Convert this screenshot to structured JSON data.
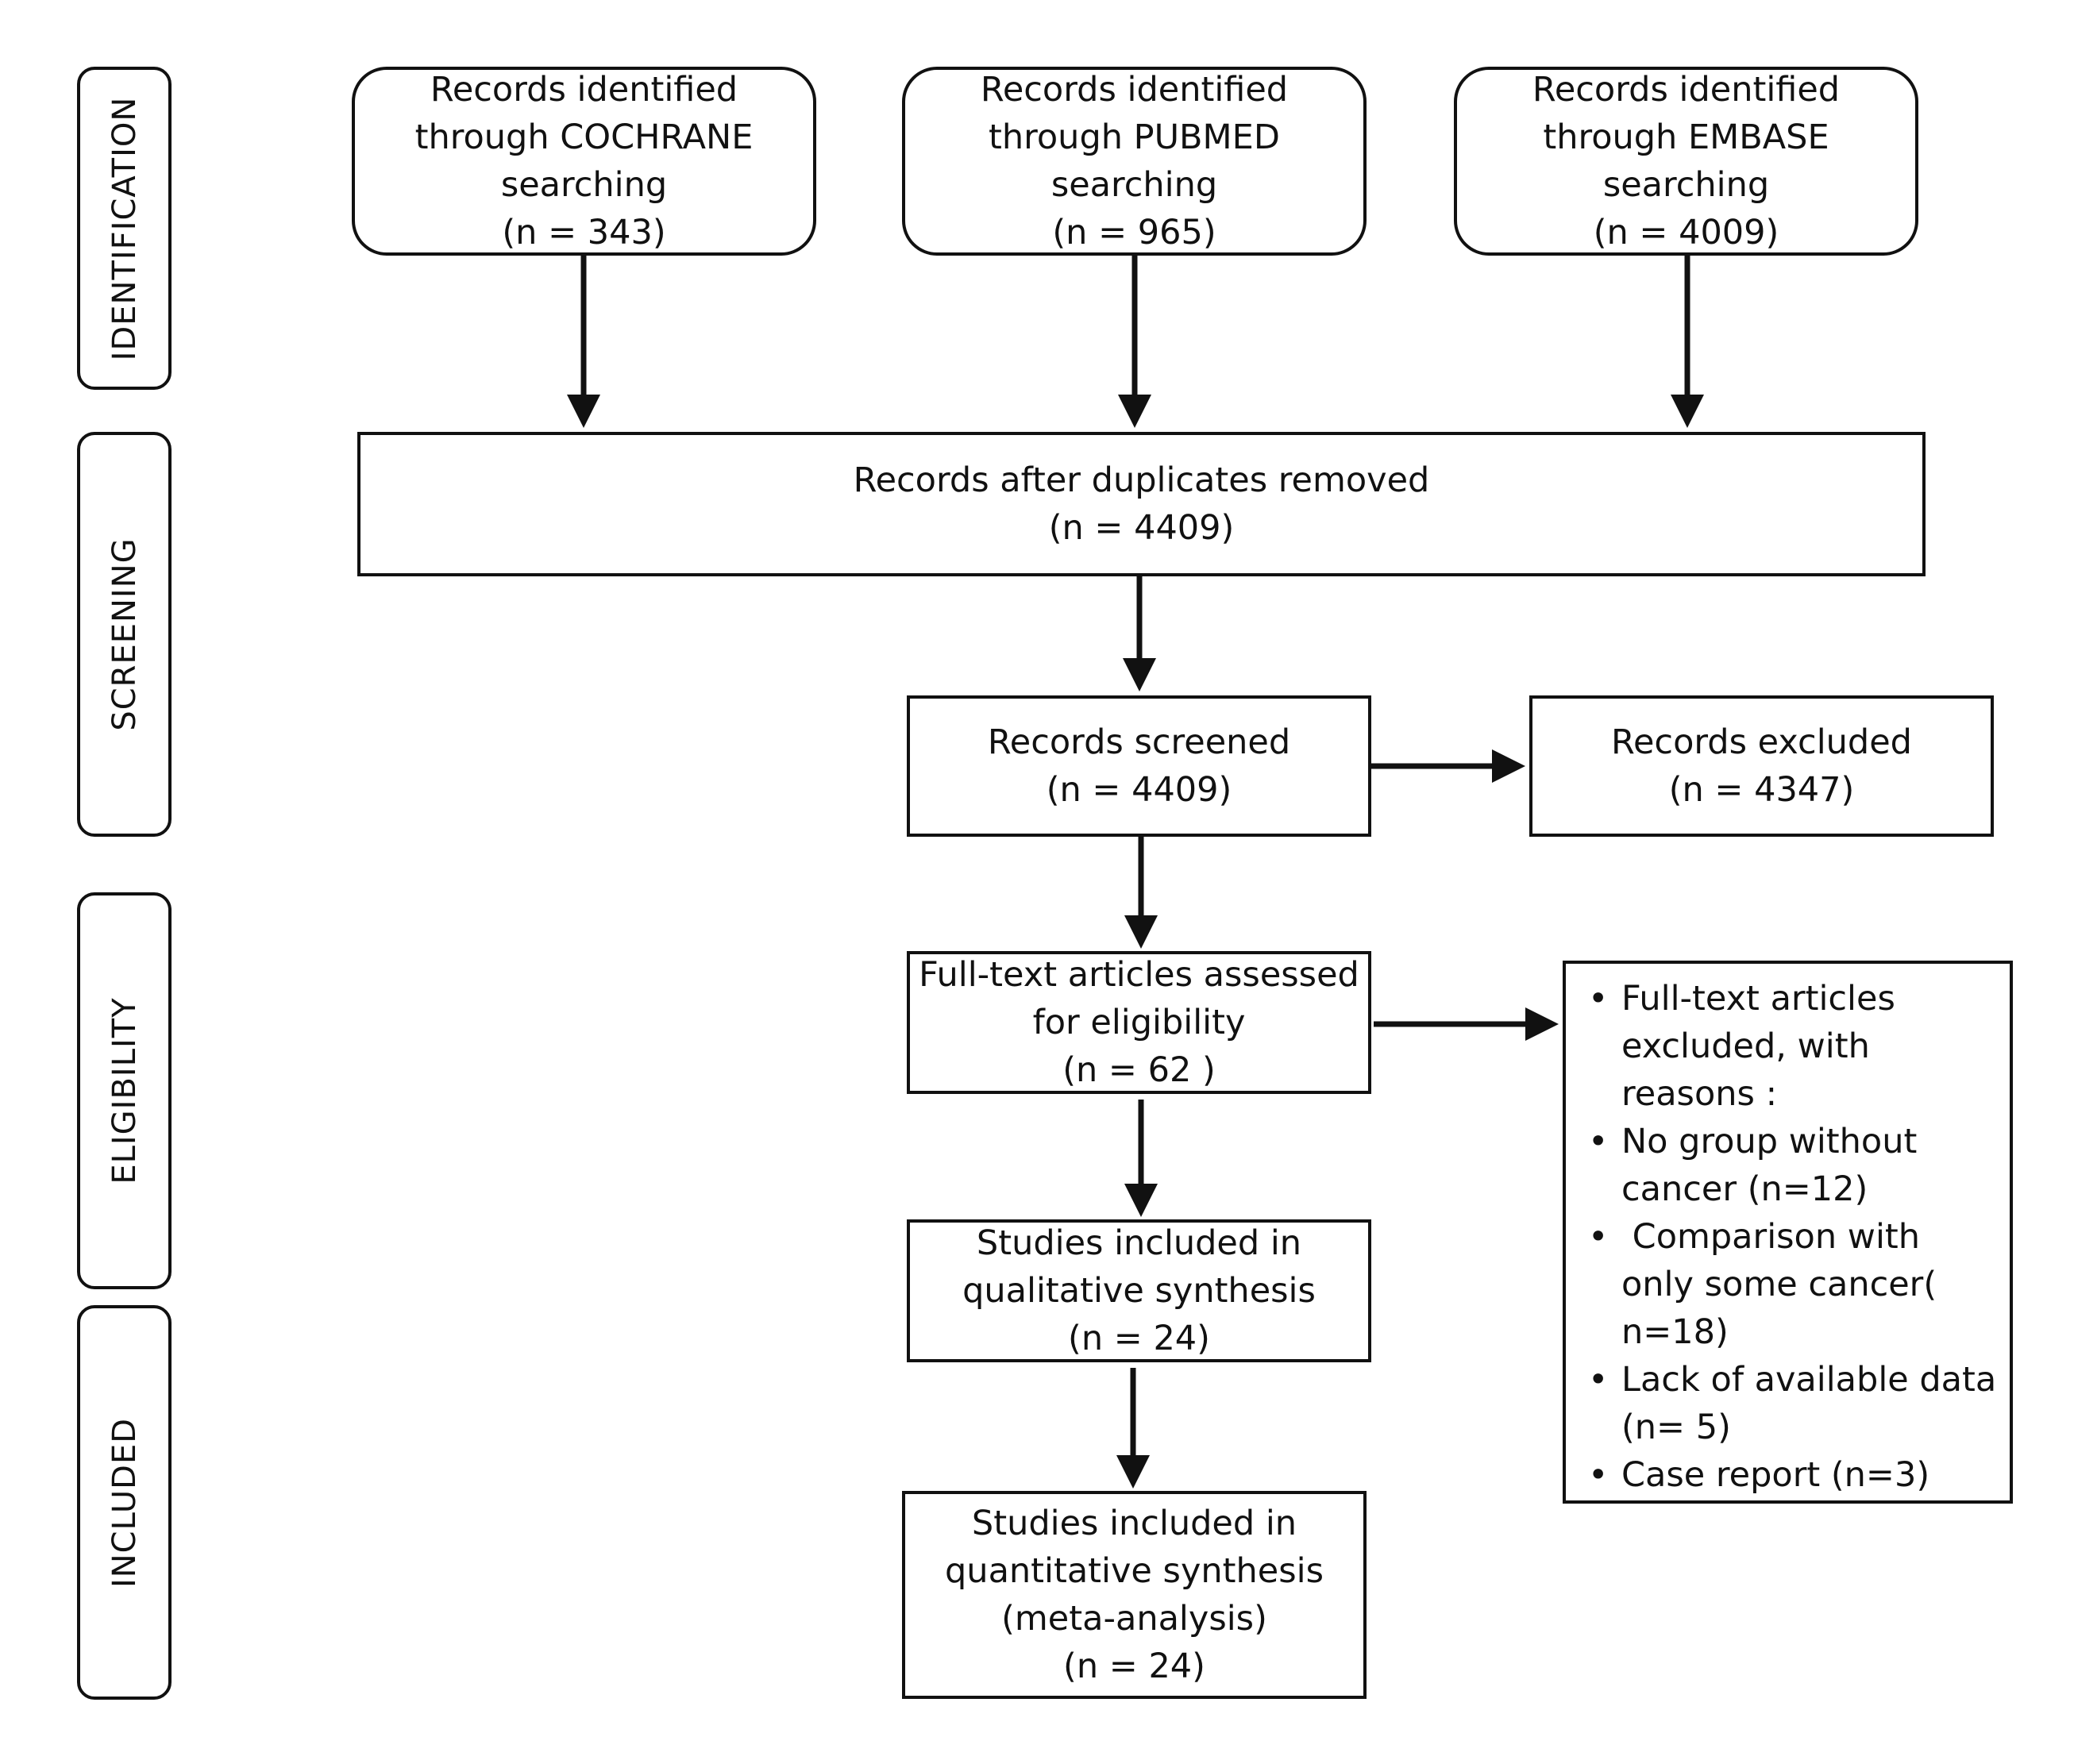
{
  "stages": {
    "identification": "IDENTIFICATION",
    "screening": "SCREENING",
    "eligibility": "ELIGIBILITY",
    "included": "INCLUDED"
  },
  "boxes": {
    "cochrane": [
      "Records identified",
      "through COCHRANE",
      "searching",
      "(n = 343)"
    ],
    "pubmed": [
      "Records identified",
      "through PUBMED",
      "searching",
      "(n = 965)"
    ],
    "embase": [
      "Records identified",
      "through EMBASE",
      "searching",
      "(n = 4009)"
    ],
    "duplicates_removed": [
      "Records after duplicates removed",
      "(n = 4409)"
    ],
    "screened": [
      "Records screened",
      "(n = 4409)"
    ],
    "excluded": [
      "Records excluded",
      "(n = 4347)"
    ],
    "fulltext": [
      "Full-text articles assessed",
      "for eligibility",
      "(n = 62 )"
    ],
    "qualitative": [
      "Studies included in",
      "qualitative synthesis",
      "(n = 24)"
    ],
    "quantitative": [
      "Studies included in",
      "quantitative synthesis",
      "(meta-analysis)",
      "(n = 24)"
    ]
  },
  "fulltext_exclusions": [
    [
      "Full-text articles",
      "excluded, with",
      "reasons :"
    ],
    [
      "No group without",
      "cancer (n=12)"
    ],
    [
      " Comparison with",
      "only some cancer(",
      "n=18)"
    ],
    [
      "Lack of available data",
      "(n= 5)"
    ],
    [
      "Case report (n=3)"
    ]
  ]
}
